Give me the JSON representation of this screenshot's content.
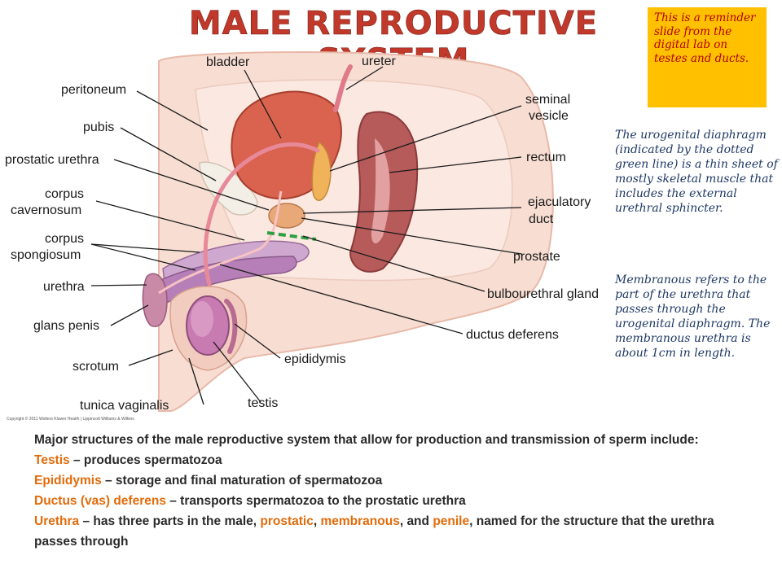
{
  "title": "MALE REPRODUCTIVE SYSTEM",
  "reminder": "This is a reminder slide from the digital lab on testes and ducts.",
  "notes": {
    "urogenital": "The urogenital diaphragm (indicated by the dotted green line) is a thin sheet of mostly skeletal muscle that includes the external urethral sphincter.",
    "membranous": "Membranous refers to the part of the urethra that passes through the urogenital diaphragm. The membranous urethra is about 1cm in length."
  },
  "labels": {
    "bladder": "bladder",
    "ureter": "ureter",
    "peritoneum": "peritoneum",
    "seminal_vesicle_1": "seminal",
    "seminal_vesicle_2": "vesicle",
    "pubis": "pubis",
    "rectum": "rectum",
    "prostatic_urethra": "prostatic urethra",
    "corpus_cavernosum_1": "corpus",
    "corpus_cavernosum_2": "cavernosum",
    "ejaculatory_duct_1": "ejaculatory",
    "ejaculatory_duct_2": "duct",
    "corpus_spongiosum_1": "corpus",
    "corpus_spongiosum_2": "spongiosum",
    "prostate": "prostate",
    "urethra": "urethra",
    "bulbourethral_gland": "bulbourethral gland",
    "glans_penis": "glans penis",
    "ductus_deferens": "ductus deferens",
    "epididymis": "epididymis",
    "scrotum": "scrotum",
    "tunica_vaginalis": "tunica vaginalis",
    "testis": "testis"
  },
  "copyright": "Copyright © 2011 Wolters Kluwer Health | Lippincott Williams & Wilkins",
  "summary": {
    "intro": "Major structures of the male reproductive system that allow for production and transmission of sperm include:",
    "testis_term": "Testis",
    "testis_desc": " – produces spermatozoa",
    "epididymis_term": "Epididymis",
    "epididymis_desc": " – storage and final maturation of spermatozoa",
    "ductus_term": "Ductus (vas) deferens",
    "ductus_desc": " – transports spermatozoa to the prostatic urethra",
    "urethra_term": "Urethra",
    "urethra_desc_1": " – has three parts in the male, ",
    "prostatic": "prostatic",
    "sep1": ", ",
    "membranous": "membranous",
    "sep2": ", and ",
    "penile": "penile",
    "urethra_desc_2": ", named for the structure that the urethra passes through"
  },
  "colors": {
    "title": "#c0392b",
    "reminder_bg": "#ffc000",
    "reminder_text": "#b00000",
    "note_text": "#1f3864",
    "term": "#e26b0a",
    "diaphragm_line": "#2ea043"
  }
}
